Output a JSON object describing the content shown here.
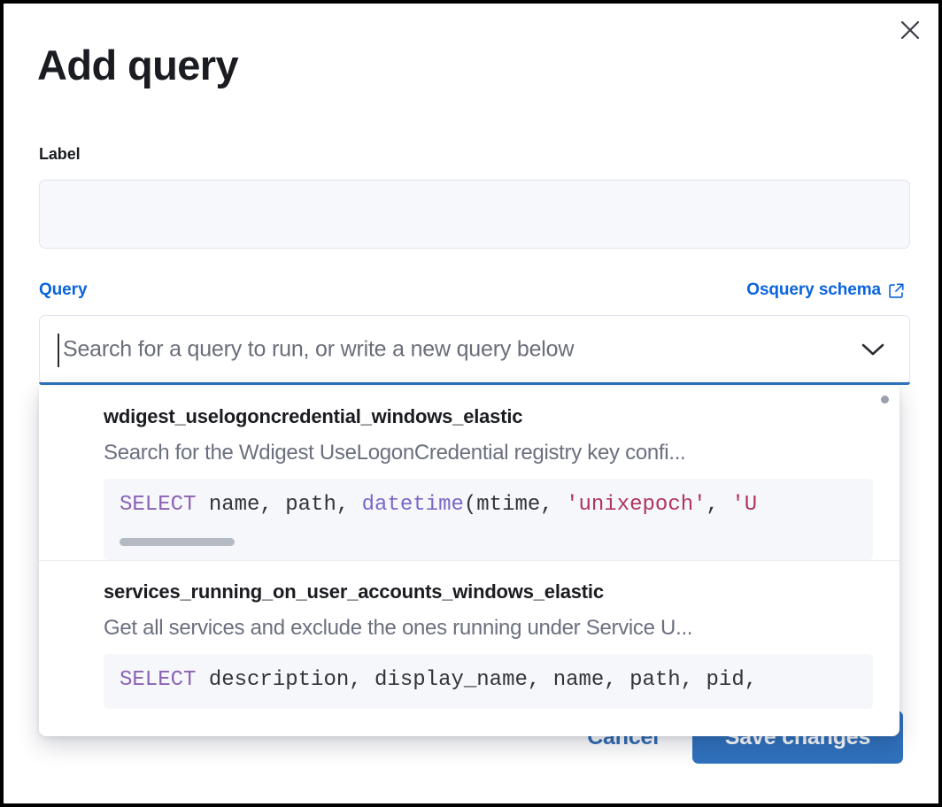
{
  "modal": {
    "title": "Add query",
    "close_icon": "close-icon"
  },
  "label_field": {
    "label": "Label",
    "value": "",
    "placeholder": ""
  },
  "query_field": {
    "label": "Query",
    "schema_link": "Osquery schema",
    "schema_link_icon": "external-link-icon",
    "placeholder": "Search for a query to run, or write a new query below",
    "value": "",
    "caret_visible": true,
    "dropdown_icon": "chevron-down-icon",
    "focused": true
  },
  "dropdown": {
    "visible": true,
    "items": [
      {
        "title": "wdigest_uselogoncredential_windows_elastic",
        "description": "Search for the Wdigest UseLogonCredential registry key confi...",
        "code_tokens": [
          {
            "t": "SELECT",
            "k": "kw"
          },
          {
            "t": " name, path, ",
            "k": "plain"
          },
          {
            "t": "datetime",
            "k": "fn"
          },
          {
            "t": "(mtime, ",
            "k": "plain"
          },
          {
            "t": "'unixepoch'",
            "k": "str"
          },
          {
            "t": ", ",
            "k": "plain"
          },
          {
            "t": "'U",
            "k": "str"
          }
        ],
        "has_hscroll": true
      },
      {
        "title": "services_running_on_user_accounts_windows_elastic",
        "description": "Get all services and exclude the ones running under Service U...",
        "code_tokens": [
          {
            "t": "SELECT",
            "k": "kw"
          },
          {
            "t": " description, display_name, name, path, pid,",
            "k": "plain"
          }
        ],
        "has_hscroll": false
      }
    ]
  },
  "footer": {
    "cancel_label": "Cancel",
    "save_label": "Save changes"
  },
  "colors": {
    "accent_blue": "#0b64dd",
    "button_blue": "#2f71bd",
    "text_dark": "#1a1c21",
    "text_muted": "#6b7080",
    "code_bg": "#f6f7fb",
    "input_bg": "#f7f8fc",
    "keyword_purple": "#8a62b5",
    "function_purple": "#7a68c9",
    "string_crimson": "#b2355c"
  }
}
